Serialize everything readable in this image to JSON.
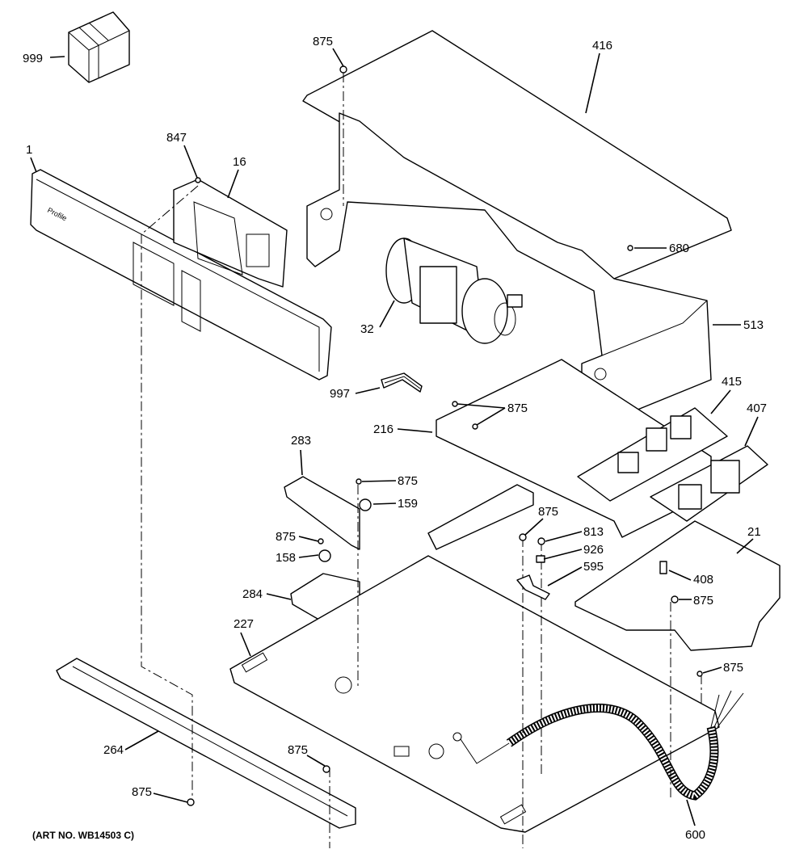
{
  "diagram": {
    "art_number": "(ART NO. WB14503 C)",
    "logo_text": "Profile",
    "callouts": [
      {
        "label": "999"
      },
      {
        "label": "875"
      },
      {
        "label": "416"
      },
      {
        "label": "1"
      },
      {
        "label": "847"
      },
      {
        "label": "16"
      },
      {
        "label": "680"
      },
      {
        "label": "32"
      },
      {
        "label": "513"
      },
      {
        "label": "415"
      },
      {
        "label": "407"
      },
      {
        "label": "997"
      },
      {
        "label": "875"
      },
      {
        "label": "216"
      },
      {
        "label": "283"
      },
      {
        "label": "875"
      },
      {
        "label": "159"
      },
      {
        "label": "875"
      },
      {
        "label": "813"
      },
      {
        "label": "926"
      },
      {
        "label": "595"
      },
      {
        "label": "21"
      },
      {
        "label": "875"
      },
      {
        "label": "158"
      },
      {
        "label": "408"
      },
      {
        "label": "875"
      },
      {
        "label": "284"
      },
      {
        "label": "227"
      },
      {
        "label": "875"
      },
      {
        "label": "264"
      },
      {
        "label": "875"
      },
      {
        "label": "875"
      },
      {
        "label": "600"
      }
    ]
  }
}
